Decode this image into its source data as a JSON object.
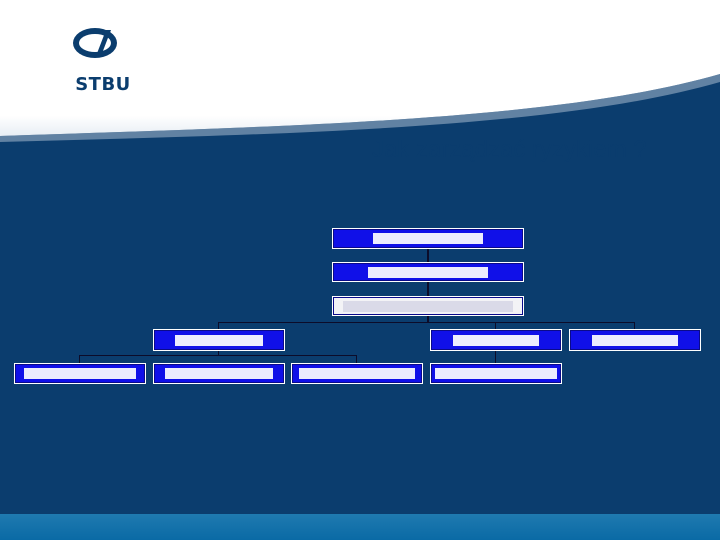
{
  "logo": {
    "text": "STBU",
    "icon": "stbu-logo-icon"
  },
  "slide": {
    "title": "Jak zarządzać ryzykiem ?"
  },
  "org_chart": {
    "boxes": [
      {
        "id": "level1"
      },
      {
        "id": "level2"
      },
      {
        "id": "level3"
      },
      {
        "id": "dept-a"
      },
      {
        "id": "dept-b"
      },
      {
        "id": "dept-c"
      },
      {
        "id": "unit-1"
      },
      {
        "id": "unit-2"
      },
      {
        "id": "unit-3"
      },
      {
        "id": "unit-4"
      }
    ]
  },
  "colors": {
    "navy": "#0b3d6e",
    "box_blue": "#1010e8",
    "bar_blue": "#0a6aa5"
  }
}
